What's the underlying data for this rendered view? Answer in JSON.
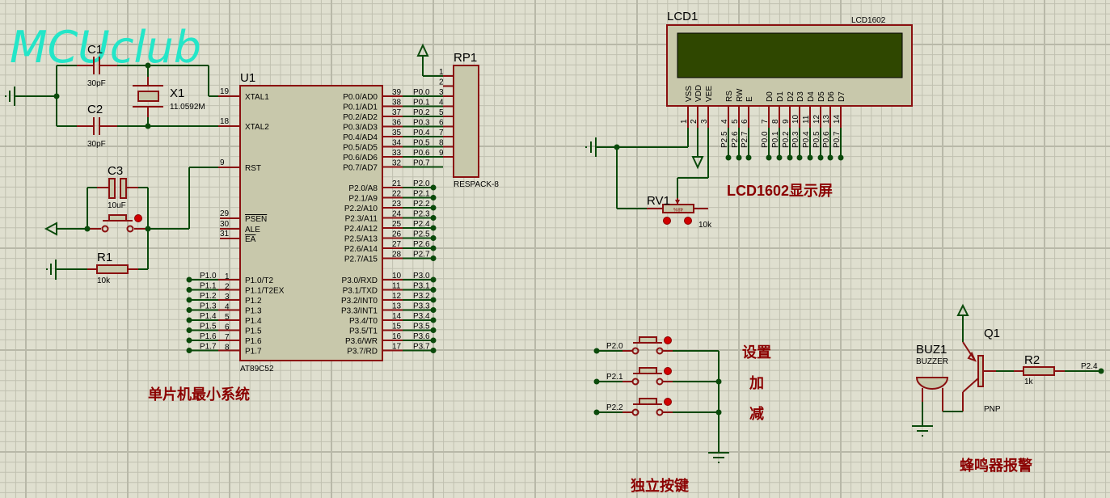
{
  "watermark": "MCUclub",
  "colors": {
    "background": "#dfdfcf",
    "wire": "#0b4a0b",
    "pin": "#8a1010",
    "component_fill": "#c8c8ab",
    "lcd_screen": "#2f4700",
    "caption": "#8b0000",
    "watermark": "#23e6c8"
  },
  "mcu": {
    "ref": "U1",
    "part": "AT89C52",
    "left_pins": [
      {
        "num": "19",
        "name": "XTAL1"
      },
      {
        "num": "18",
        "name": "XTAL2"
      },
      {
        "num": "9",
        "name": "RST"
      },
      {
        "num": "29",
        "name": "PSEN"
      },
      {
        "num": "30",
        "name": "ALE"
      },
      {
        "num": "31",
        "name": "EA"
      }
    ],
    "p1_pins": [
      {
        "num": "1",
        "name": "P1.0/T2",
        "net": "P1.0"
      },
      {
        "num": "2",
        "name": "P1.1/T2EX",
        "net": "P1.1"
      },
      {
        "num": "3",
        "name": "P1.2",
        "net": "P1.2"
      },
      {
        "num": "4",
        "name": "P1.3",
        "net": "P1.3"
      },
      {
        "num": "5",
        "name": "P1.4",
        "net": "P1.4"
      },
      {
        "num": "6",
        "name": "P1.5",
        "net": "P1.5"
      },
      {
        "num": "7",
        "name": "P1.6",
        "net": "P1.6"
      },
      {
        "num": "8",
        "name": "P1.7",
        "net": "P1.7"
      }
    ],
    "p0_pins": [
      {
        "num": "39",
        "name": "P0.0/AD0",
        "net": "P0.0"
      },
      {
        "num": "38",
        "name": "P0.1/AD1",
        "net": "P0.1"
      },
      {
        "num": "37",
        "name": "P0.2/AD2",
        "net": "P0.2"
      },
      {
        "num": "36",
        "name": "P0.3/AD3",
        "net": "P0.3"
      },
      {
        "num": "35",
        "name": "P0.4/AD4",
        "net": "P0.4"
      },
      {
        "num": "34",
        "name": "P0.5/AD5",
        "net": "P0.5"
      },
      {
        "num": "33",
        "name": "P0.6/AD6",
        "net": "P0.6"
      },
      {
        "num": "32",
        "name": "P0.7/AD7",
        "net": "P0.7"
      }
    ],
    "p2_pins": [
      {
        "num": "21",
        "name": "P2.0/A8",
        "net": "P2.0"
      },
      {
        "num": "22",
        "name": "P2.1/A9",
        "net": "P2.1"
      },
      {
        "num": "23",
        "name": "P2.2/A10",
        "net": "P2.2"
      },
      {
        "num": "24",
        "name": "P2.3/A11",
        "net": "P2.3"
      },
      {
        "num": "25",
        "name": "P2.4/A12",
        "net": "P2.4"
      },
      {
        "num": "26",
        "name": "P2.5/A13",
        "net": "P2.5"
      },
      {
        "num": "27",
        "name": "P2.6/A14",
        "net": "P2.6"
      },
      {
        "num": "28",
        "name": "P2.7/A15",
        "net": "P2.7"
      }
    ],
    "p3_pins": [
      {
        "num": "10",
        "name": "P3.0/RXD",
        "net": "P3.0"
      },
      {
        "num": "11",
        "name": "P3.1/TXD",
        "net": "P3.1"
      },
      {
        "num": "12",
        "name": "P3.2/INT0",
        "net": "P3.2"
      },
      {
        "num": "13",
        "name": "P3.3/INT1",
        "net": "P3.3"
      },
      {
        "num": "14",
        "name": "P3.4/T0",
        "net": "P3.4"
      },
      {
        "num": "15",
        "name": "P3.5/T1",
        "net": "P3.5"
      },
      {
        "num": "16",
        "name": "P3.6/WR",
        "net": "P3.6"
      },
      {
        "num": "17",
        "name": "P3.7/RD",
        "net": "P3.7"
      }
    ]
  },
  "crystal": {
    "ref": "X1",
    "value": "11.0592M"
  },
  "c1": {
    "ref": "C1",
    "value": "30pF"
  },
  "c2": {
    "ref": "C2",
    "value": "30pF"
  },
  "c3": {
    "ref": "C3",
    "value": "10uF"
  },
  "r1": {
    "ref": "R1",
    "value": "10k"
  },
  "rp1": {
    "ref": "RP1",
    "part": "RESPACK-8",
    "pins": [
      {
        "num": "1",
        "net": ""
      },
      {
        "num": "2",
        "net": "P0.0"
      },
      {
        "num": "3",
        "net": "P0.1"
      },
      {
        "num": "4",
        "net": "P0.2"
      },
      {
        "num": "5",
        "net": "P0.3"
      },
      {
        "num": "6",
        "net": "P0.4"
      },
      {
        "num": "7",
        "net": "P0.5"
      },
      {
        "num": "8",
        "net": "P0.6"
      },
      {
        "num": "9",
        "net": "P0.7"
      }
    ]
  },
  "lcd": {
    "ref": "LCD1",
    "part": "LCD1602",
    "pins": [
      {
        "num": "1",
        "name": "VSS",
        "net": ""
      },
      {
        "num": "2",
        "name": "VDD",
        "net": ""
      },
      {
        "num": "3",
        "name": "VEE",
        "net": ""
      },
      {
        "num": "4",
        "name": "RS",
        "net": "P2.5"
      },
      {
        "num": "5",
        "name": "RW",
        "net": "P2.6"
      },
      {
        "num": "6",
        "name": "E",
        "net": "P2.7"
      },
      {
        "num": "7",
        "name": "D0",
        "net": "P0.0"
      },
      {
        "num": "8",
        "name": "D1",
        "net": "P0.1"
      },
      {
        "num": "9",
        "name": "D2",
        "net": "P0.2"
      },
      {
        "num": "10",
        "name": "D3",
        "net": "P0.3"
      },
      {
        "num": "11",
        "name": "D4",
        "net": "P0.4"
      },
      {
        "num": "12",
        "name": "D5",
        "net": "P0.5"
      },
      {
        "num": "13",
        "name": "D6",
        "net": "P0.6"
      },
      {
        "num": "14",
        "name": "D7",
        "net": "P0.7"
      }
    ]
  },
  "rv1": {
    "ref": "RV1",
    "value": "10k",
    "wiper_percent": "48%"
  },
  "buttons": [
    {
      "net": "P2.0",
      "label": "设置"
    },
    {
      "net": "P2.1",
      "label": "加"
    },
    {
      "net": "P2.2",
      "label": "减"
    }
  ],
  "buzzer": {
    "ref": "BUZ1",
    "part": "BUZZER"
  },
  "q1": {
    "ref": "Q1",
    "type": "PNP"
  },
  "r2": {
    "ref": "R2",
    "value": "1k",
    "net": "P2.4"
  },
  "captions": {
    "mcu": "单片机最小系统",
    "lcd": "LCD1602显示屏",
    "keys": "独立按键",
    "buzzer": "蜂鸣器报警"
  }
}
